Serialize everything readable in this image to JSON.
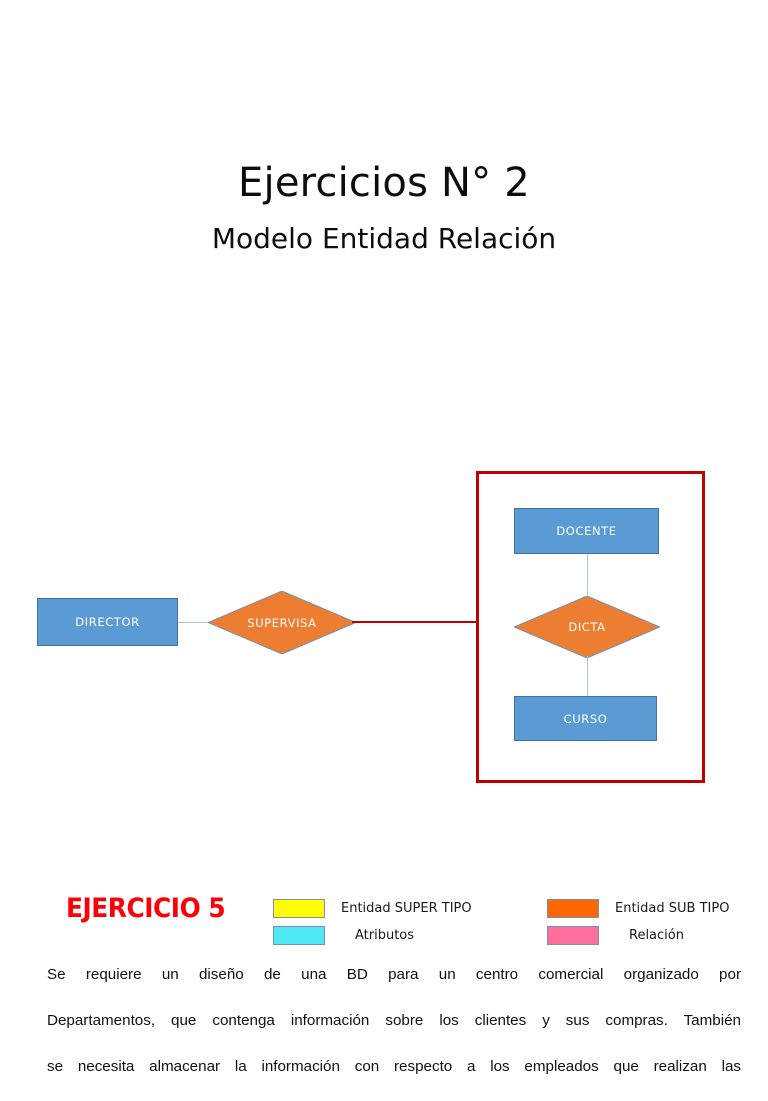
{
  "slide": {
    "title": "Ejercicios N° 2",
    "subtitle": "Modelo Entidad Relación"
  },
  "diagram": {
    "type": "entity-relationship",
    "entities": [
      {
        "id": "director",
        "label": "DIRECTOR",
        "shape": "rectangle",
        "color": "#5B9BD5"
      },
      {
        "id": "docente",
        "label": "DOCENTE",
        "shape": "rectangle",
        "color": "#5B9BD5"
      },
      {
        "id": "curso",
        "label": "CURSO",
        "shape": "rectangle",
        "color": "#5B9BD5"
      }
    ],
    "relationships": [
      {
        "id": "supervisa",
        "label": "SUPERVISA",
        "shape": "diamond",
        "color": "#ED7D31"
      },
      {
        "id": "dicta",
        "label": "DICTA",
        "shape": "diamond",
        "color": "#ED7D31"
      }
    ],
    "group_box": {
      "color": "#C00000",
      "contains": [
        "docente",
        "dicta",
        "curso"
      ]
    },
    "connections": [
      {
        "from": "director",
        "to": "supervisa",
        "style": "thin-blue"
      },
      {
        "from": "supervisa",
        "to": "group-box",
        "style": "red"
      },
      {
        "from": "docente",
        "to": "dicta",
        "style": "thin-blue"
      },
      {
        "from": "dicta",
        "to": "curso",
        "style": "thin-blue"
      }
    ]
  },
  "exercise": {
    "label": "EJERCICIO 5",
    "color": "#FB0007"
  },
  "legend": {
    "left": [
      {
        "swatch": "#FFFF00",
        "text": "Entidad SUPER TIPO",
        "indent": false
      },
      {
        "swatch": "#4DE8F4",
        "text": "Atributos",
        "indent": true
      }
    ],
    "right": [
      {
        "swatch": "#FF6600",
        "text": "Entidad SUB TIPO",
        "indent": false
      },
      {
        "swatch": "#FF6E9C",
        "text": "Relación",
        "indent": true
      }
    ]
  },
  "paragraph": {
    "lines": [
      "Se requiere un diseño de una BD para un centro comercial organizado por",
      "Departamentos, que contenga información sobre los clientes y sus compras. También",
      "se necesita almacenar la información con respecto a los empleados que realizan las"
    ]
  }
}
